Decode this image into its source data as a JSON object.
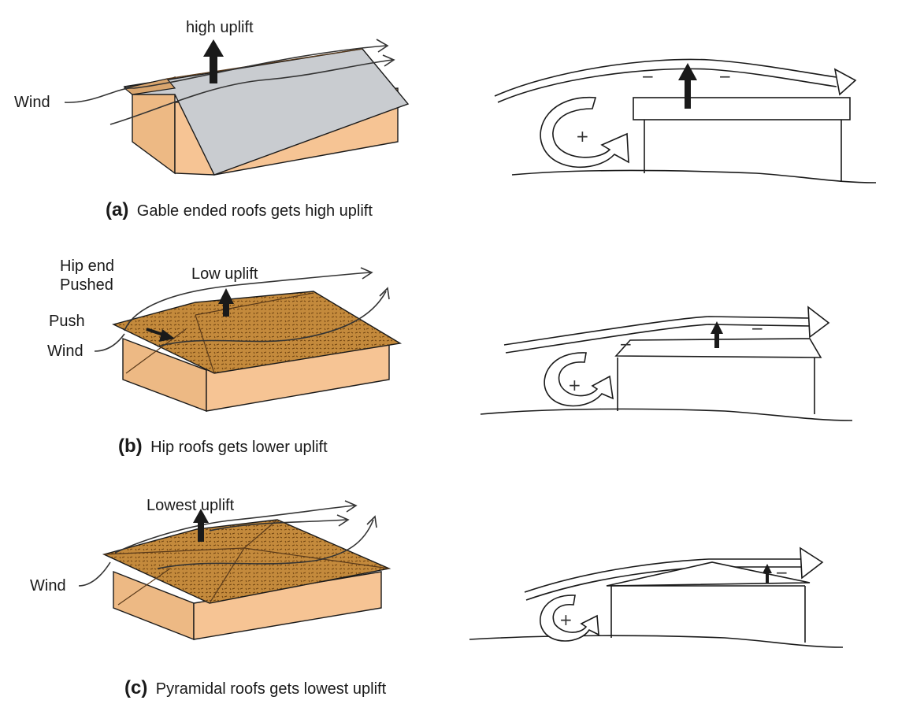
{
  "colors": {
    "wall": "#F6C494",
    "gable_roof": "#C9CCD0",
    "shingle_roof": "#C48A3C",
    "outline": "#1A1A1A"
  },
  "panels": [
    {
      "tag": "(a)",
      "caption": "Gable ended roofs gets high uplift",
      "labels": {
        "uplift": "high uplift",
        "wind": "Wind"
      },
      "section_signs": {
        "suction_left": "−",
        "suction_right": "−",
        "pressure": "+"
      }
    },
    {
      "tag": "(b)",
      "caption": "Hip roofs gets lower uplift",
      "labels": {
        "hip_end_1": "Hip end",
        "hip_end_2": "Pushed",
        "uplift": "Low uplift",
        "push": "Push",
        "wind": "Wind"
      },
      "section_signs": {
        "suction_left": "−",
        "suction_right": "−",
        "pressure": "+"
      }
    },
    {
      "tag": "(c)",
      "caption": "Pyramidal roofs gets lowest uplift",
      "labels": {
        "uplift": "Lowest uplift",
        "wind": "Wind"
      },
      "section_signs": {
        "suction": "−",
        "pressure": "+"
      }
    }
  ]
}
